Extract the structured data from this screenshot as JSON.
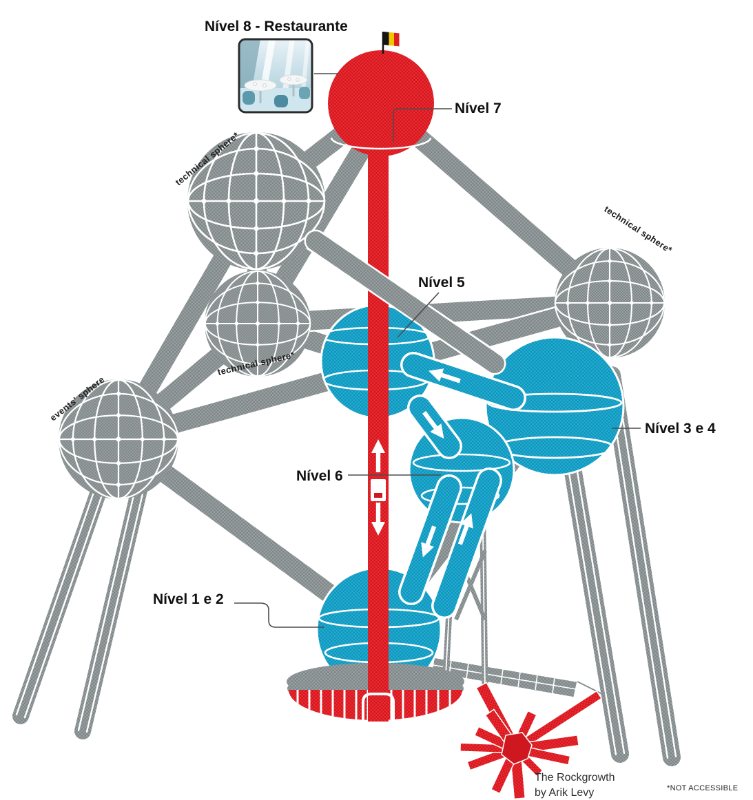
{
  "diagram": {
    "title": "Nível 8 - Restaurante",
    "levels": {
      "nivel7": "Nível 7",
      "nivel5": "Nível 5",
      "nivel6": "Nível 6",
      "nivel3e4": "Nível 3 e 4",
      "nivel1e2": "Nível 1 e 2"
    },
    "sphere_labels": {
      "technical_top_left": "technical sphere*",
      "technical_middle": "technical sphere*",
      "technical_right": "technical sphere*",
      "events": "events' sphere"
    },
    "sculpture": {
      "name_line1": "The Rockgrowth",
      "name_line2": "by Arik Levy"
    },
    "footnote": "*NOT ACCESSIBLE",
    "colors": {
      "red": "#e8232a",
      "blue": "#1fa9cd",
      "gray": "#949a9c",
      "flag_black": "#151515",
      "flag_yellow": "#f2c500",
      "flag_red": "#dd2020"
    }
  }
}
